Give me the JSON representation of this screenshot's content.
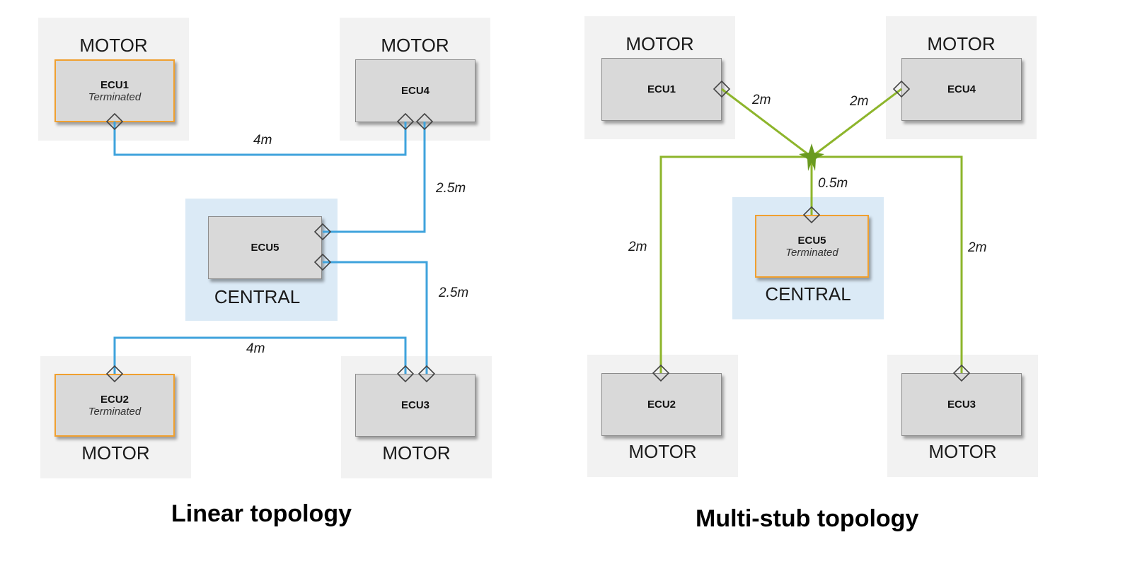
{
  "colors": {
    "linear_wire": "#3fa3dc",
    "multistub_wire": "#8db52b",
    "star": "#6a9a20",
    "terminated_border": "#f0a030",
    "motor_zone": "#f2f2f2",
    "central_zone": "#dbeaf6"
  },
  "linear": {
    "title": "Linear topology",
    "zones": {
      "motor_tl": "MOTOR",
      "motor_tr": "MOTOR",
      "central": "CENTRAL",
      "motor_bl": "MOTOR",
      "motor_br": "MOTOR"
    },
    "ecus": {
      "ecu1": {
        "name": "ECU1",
        "status": "Terminated"
      },
      "ecu4": {
        "name": "ECU4",
        "status": ""
      },
      "ecu5": {
        "name": "ECU5",
        "status": ""
      },
      "ecu2": {
        "name": "ECU2",
        "status": "Terminated"
      },
      "ecu3": {
        "name": "ECU3",
        "status": ""
      }
    },
    "segments": [
      {
        "from": "ECU1",
        "to": "ECU4",
        "length": "4m"
      },
      {
        "from": "ECU4",
        "to": "ECU5",
        "length": "2.5m"
      },
      {
        "from": "ECU5",
        "to": "ECU3",
        "length": "2.5m"
      },
      {
        "from": "ECU3",
        "to": "ECU2",
        "length": "4m"
      }
    ]
  },
  "multistub": {
    "title": "Multi-stub topology",
    "zones": {
      "motor_tl": "MOTOR",
      "motor_tr": "MOTOR",
      "central": "CENTRAL",
      "motor_bl": "MOTOR",
      "motor_br": "MOTOR"
    },
    "ecus": {
      "ecu1": {
        "name": "ECU1",
        "status": ""
      },
      "ecu4": {
        "name": "ECU4",
        "status": ""
      },
      "ecu5": {
        "name": "ECU5",
        "status": "Terminated"
      },
      "ecu2": {
        "name": "ECU2",
        "status": ""
      },
      "ecu3": {
        "name": "ECU3",
        "status": ""
      }
    },
    "stubs": [
      {
        "ecu": "ECU1",
        "length": "2m"
      },
      {
        "ecu": "ECU4",
        "length": "2m"
      },
      {
        "ecu": "ECU5",
        "length": "0.5m"
      },
      {
        "ecu": "ECU2",
        "length": "2m"
      },
      {
        "ecu": "ECU3",
        "length": "2m"
      }
    ]
  }
}
